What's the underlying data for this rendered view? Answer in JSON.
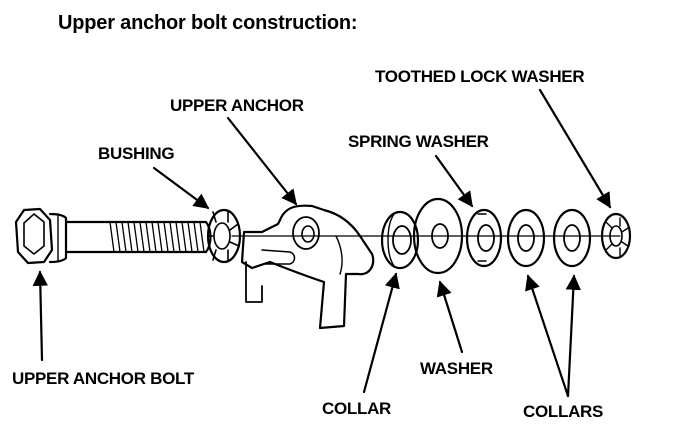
{
  "title": "Upper anchor bolt construction:",
  "labels": {
    "toothed_lock_washer": "TOOTHED LOCK WASHER",
    "upper_anchor": "UPPER ANCHOR",
    "spring_washer": "SPRING WASHER",
    "bushing": "BUSHING",
    "upper_anchor_bolt": "UPPER ANCHOR BOLT",
    "washer": "WASHER",
    "collar": "COLLAR",
    "collars": "COLLARS"
  },
  "colors": {
    "ink": "#000000",
    "background": "#ffffff"
  }
}
